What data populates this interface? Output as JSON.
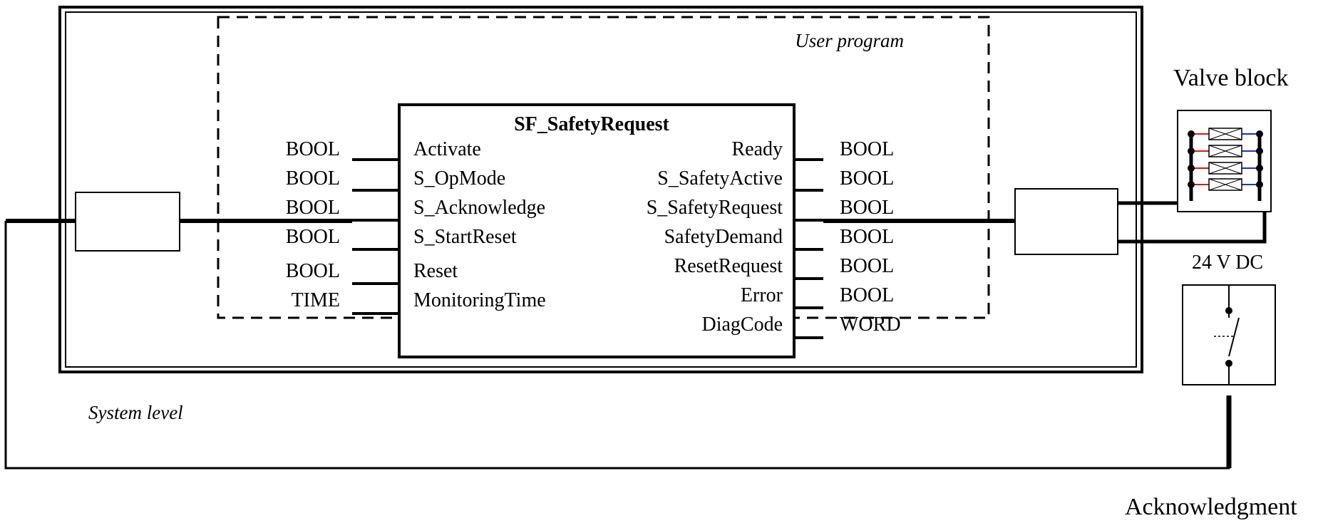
{
  "labels": {
    "user_program": "User program",
    "system_level": "System level",
    "valve_block": "Valve block",
    "voltage": "24 V DC",
    "acknowledgment": "Acknowledgment"
  },
  "function_block": {
    "name": "SF_SafetyRequest",
    "inputs": [
      {
        "name": "Activate",
        "type": "BOOL"
      },
      {
        "name": "S_OpMode",
        "type": "BOOL"
      },
      {
        "name": "S_Acknowledge",
        "type": "BOOL"
      },
      {
        "name": "S_StartReset",
        "type": "BOOL"
      },
      {
        "name": "Reset",
        "type": "BOOL"
      },
      {
        "name": "MonitoringTime",
        "type": "TIME"
      }
    ],
    "outputs": [
      {
        "name": "Ready",
        "type": "BOOL"
      },
      {
        "name": "S_SafetyActive",
        "type": "BOOL"
      },
      {
        "name": "S_SafetyRequest",
        "type": "BOOL"
      },
      {
        "name": "SafetyDemand",
        "type": "BOOL"
      },
      {
        "name": "ResetRequest",
        "type": "BOOL"
      },
      {
        "name": "Error",
        "type": "BOOL"
      },
      {
        "name": "DiagCode",
        "type": "WORD"
      }
    ]
  },
  "colors": {
    "line": "#000000",
    "valve_red": "#d01c1c",
    "valve_blue": "#1c2fd0",
    "dashed": "#000000"
  }
}
